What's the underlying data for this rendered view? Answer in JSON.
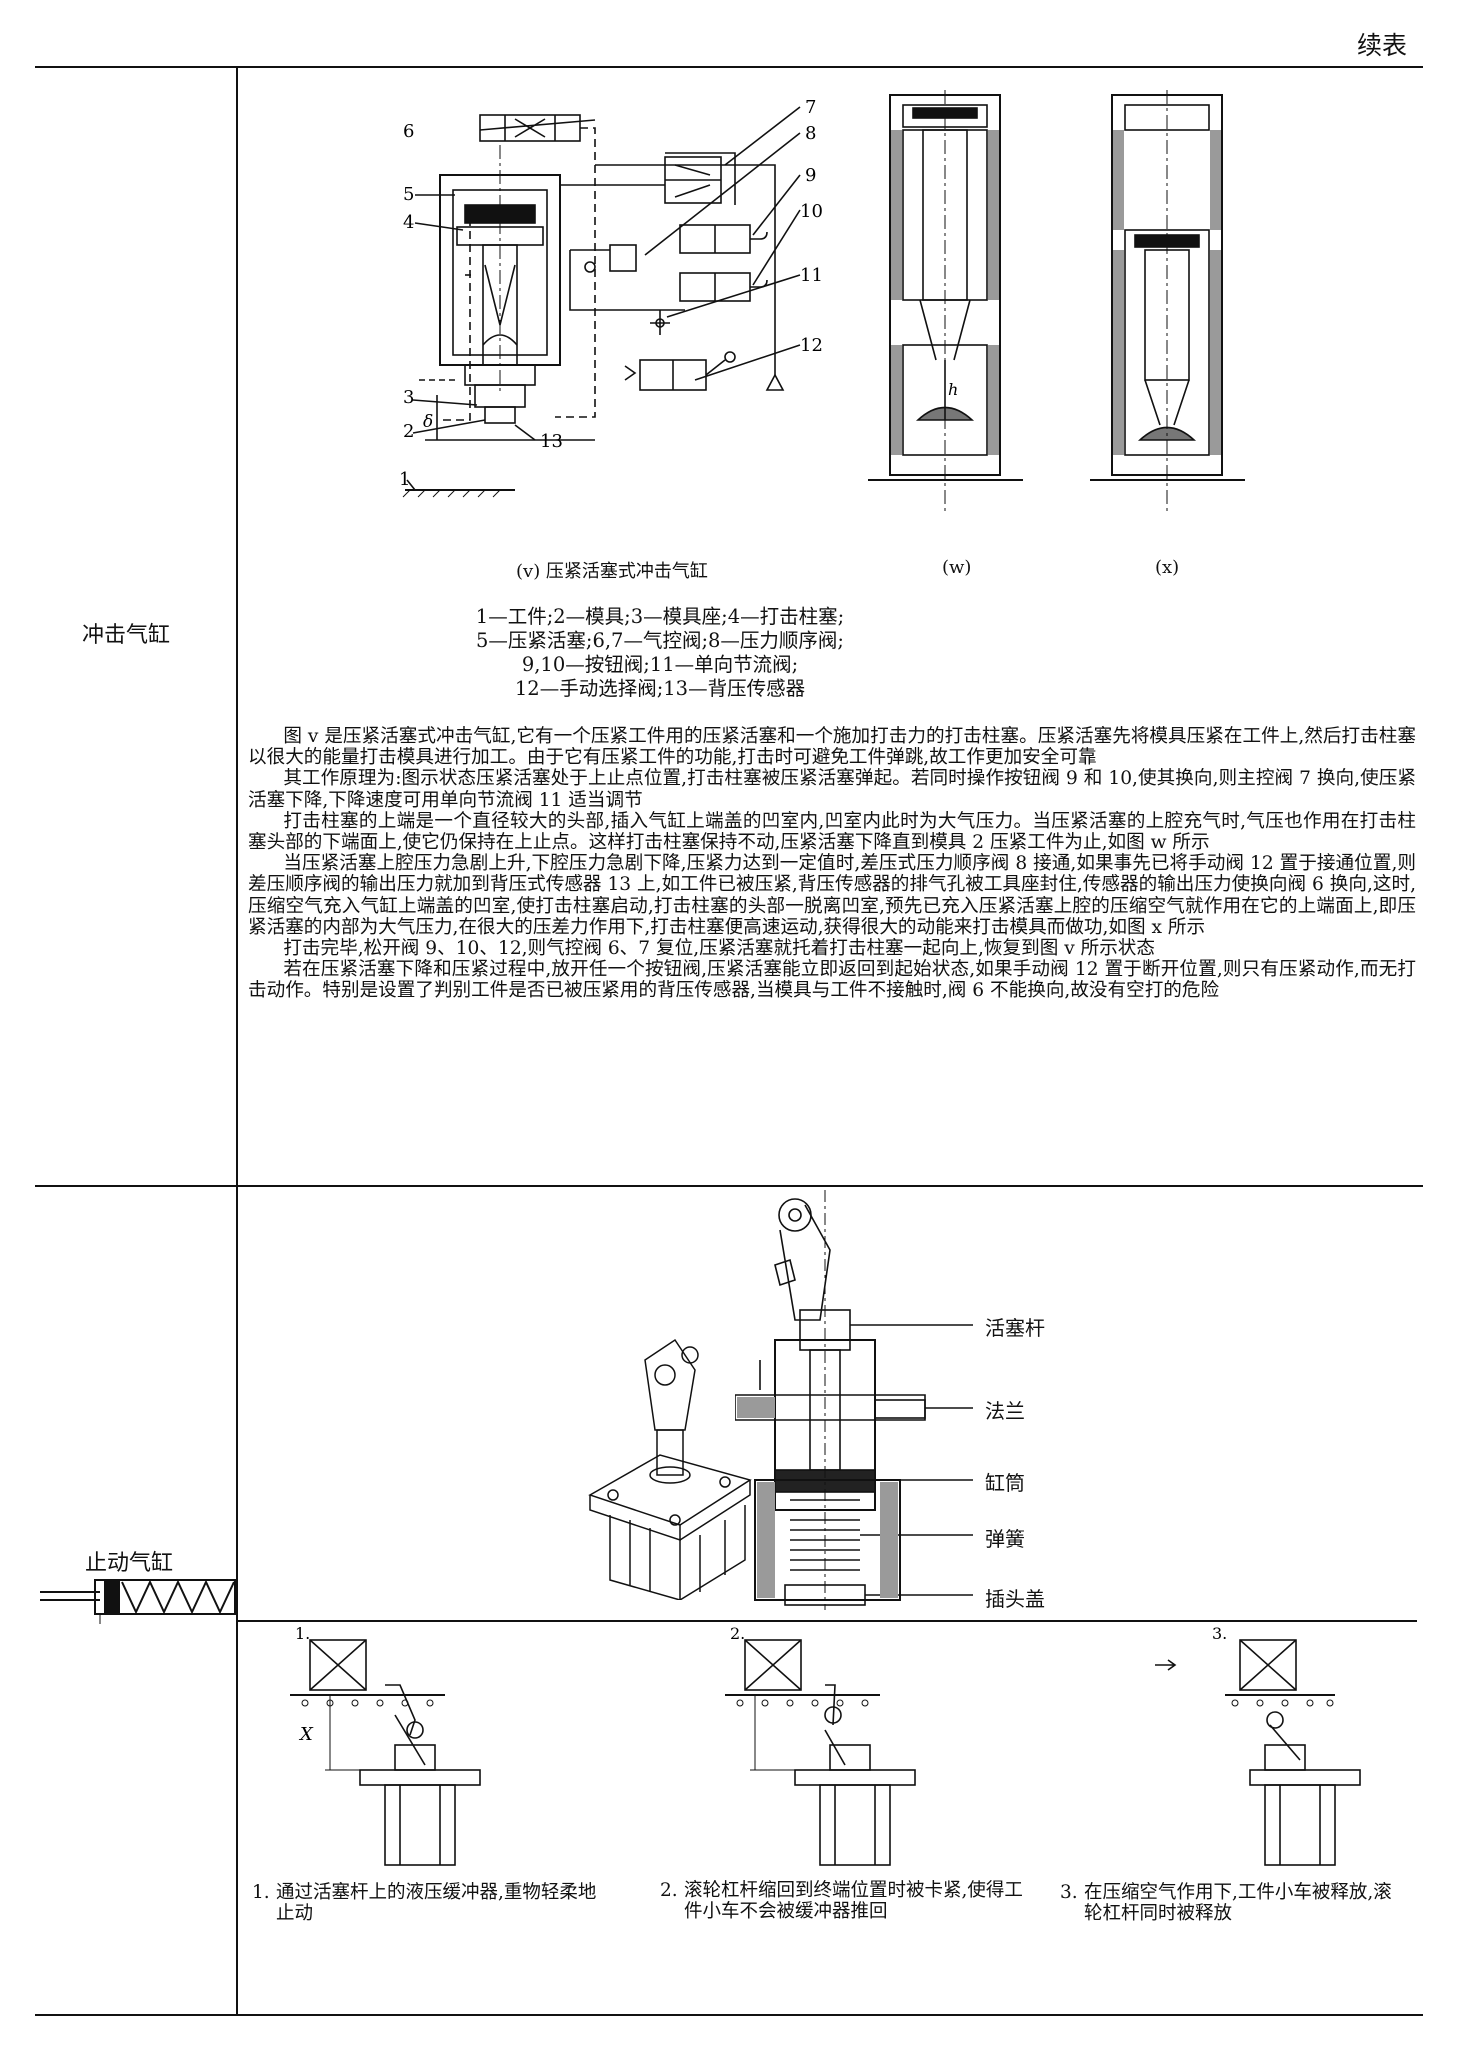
{
  "page": {
    "continued_label": "续表"
  },
  "row1": {
    "label": "冲击气缸",
    "fig_v_caption": "(v) 压紧活塞式冲击气缸",
    "fig_w_caption": "(w)",
    "fig_x_caption": "(x)",
    "callouts": {
      "n1": "1",
      "n2": "2",
      "n3": "3",
      "n4": "4",
      "n5": "5",
      "n6": "6",
      "n7": "7",
      "n8": "8",
      "n9": "9",
      "n10": "10",
      "n11": "11",
      "n12": "12",
      "n13": "13",
      "delta": "δ",
      "h": "h"
    },
    "legend": [
      "1—工件;2—模具;3—模具座;4—打击柱塞;",
      "5—压紧活塞;6,7—气控阀;8—压力顺序阀;",
      "9,10—按钮阀;11—单向节流阀;",
      "12—手动选择阀;13—背压传感器"
    ],
    "paragraphs": [
      "图 v 是压紧活塞式冲击气缸,它有一个压紧工件用的压紧活塞和一个施加打击力的打击柱塞。压紧活塞先将模具压紧在工件上,然后打击柱塞以很大的能量打击模具进行加工。由于它有压紧工件的功能,打击时可避免工件弹跳,故工作更加安全可靠",
      "其工作原理为:图示状态压紧活塞处于上止点位置,打击柱塞被压紧活塞弹起。若同时操作按钮阀 9 和 10,使其换向,则主控阀 7 换向,使压紧活塞下降,下降速度可用单向节流阀 11 适当调节",
      "打击柱塞的上端是一个直径较大的头部,插入气缸上端盖的凹室内,凹室内此时为大气压力。当压紧活塞的上腔充气时,气压也作用在打击柱塞头部的下端面上,使它仍保持在上止点。这样打击柱塞保持不动,压紧活塞下降直到模具 2 压紧工件为止,如图 w 所示",
      "当压紧活塞上腔压力急剧上升,下腔压力急剧下降,压紧力达到一定值时,差压式压力顺序阀 8 接通,如果事先已将手动阀 12 置于接通位置,则差压顺序阀的输出压力就加到背压式传感器 13 上,如工件已被压紧,背压传感器的排气孔被工具座封住,传感器的输出压力使换向阀 6 换向,这时,压缩空气充入气缸上端盖的凹室,使打击柱塞启动,打击柱塞的头部一脱离凹室,预先已充入压紧活塞上腔的压缩空气就作用在它的上端面上,即压紧活塞的内部为大气压力,在很大的压差力作用下,打击柱塞便高速运动,获得很大的动能来打击模具而做功,如图 x 所示",
      "打击完毕,松开阀 9、10、12,则气控阀 6、7 复位,压紧活塞就托着打击柱塞一起向上,恢复到图 v 所示状态",
      "若在压紧活塞下降和压紧过程中,放开任一个按钮阀,压紧活塞能立即返回到起始状态,如果手动阀 12 置于断开位置,则只有压紧动作,而无打击动作。特别是设置了判别工件是否已被压紧用的背压传感器,当模具与工件不接触时,阀 6 不能换向,故没有空打的危险"
    ]
  },
  "row2": {
    "label": "止动气缸",
    "parts": [
      "活塞杆",
      "法兰",
      "缸筒",
      "弹簧",
      "插头盖"
    ],
    "dim_x": "X",
    "steps": [
      {
        "num": "1.",
        "text": "通过活塞杆上的液压缓冲器,重物轻柔地止动"
      },
      {
        "num": "2.",
        "text": "滚轮杠杆缩回到终端位置时被卡紧,使得工件小车不会被缓冲器推回"
      },
      {
        "num": "3.",
        "text": "在压缩空气作用下,工件小车被释放,滚轮杠杆同时被释放"
      }
    ]
  }
}
